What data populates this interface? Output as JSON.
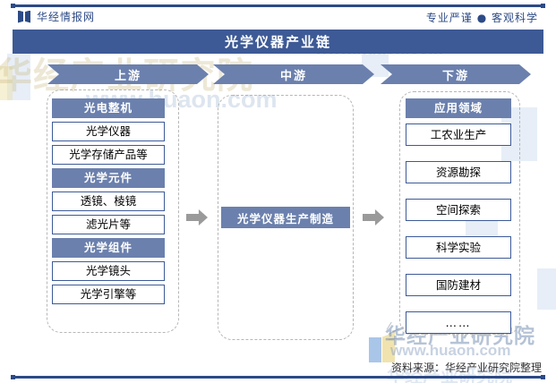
{
  "header": {
    "brand": "华经情报网",
    "slogan": "专业严谨 ● 客观科学",
    "title": "光学仪器产业链"
  },
  "colors": {
    "brand_blue": "#2c4a86",
    "title_bar": "#3d5a96",
    "node_header": "#6b80ad",
    "chevron": "#6b80ad",
    "arrow_gray": "#9a9a9a",
    "dashed_border": "#b6b6b6"
  },
  "tiers": [
    {
      "id": "upstream",
      "label": "上游"
    },
    {
      "id": "midstream",
      "label": "中游"
    },
    {
      "id": "downstream",
      "label": "下游"
    }
  ],
  "upstream": {
    "groups": [
      {
        "header": "光电整机",
        "items": [
          "光学仪器",
          "光学存储产品等"
        ]
      },
      {
        "header": "光学元件",
        "items": [
          "透镜、棱镜",
          "滤光片等"
        ]
      },
      {
        "header": "光学组件",
        "items": [
          "光学镜头",
          "光学引擎等"
        ]
      }
    ]
  },
  "midstream": {
    "box_label": "光学仪器生产制造"
  },
  "downstream": {
    "header": "应用领域",
    "items": [
      "工农业生产",
      "资源勘探",
      "空间探索",
      "科学实验",
      "国防建材",
      "……"
    ]
  },
  "footer": {
    "source": "资料来源：华经产业研究院整理"
  },
  "watermark": {
    "brand": "华经产业研究院",
    "url": "www.huaon.com",
    "bg_brand": "华经产业研究院",
    "bg_url": "www.huaon.com"
  }
}
